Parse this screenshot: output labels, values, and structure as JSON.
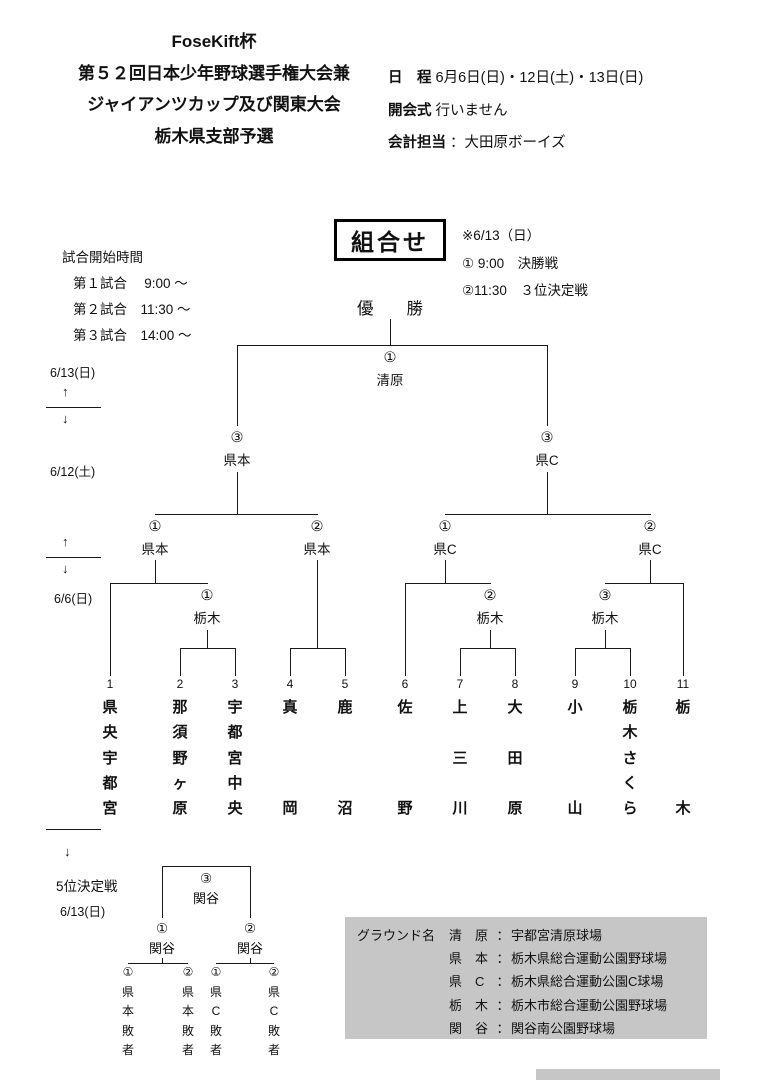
{
  "header": {
    "title_lines": [
      "FoseKift杯",
      "第５２回日本少年野球選手権大会兼",
      "ジャイアンツカップ及び関東大会",
      "栃木県支部予選"
    ],
    "schedule_label": "日　程",
    "schedule_value": "6月6日(日)・12日(土)・13日(日)",
    "opening_label": "開会式",
    "opening_value": "行いません",
    "accounting_label": "会計担当",
    "accounting_value": "：大田原ボーイズ"
  },
  "legend": {
    "box_title": "組合せ",
    "note_date": "※6/13（日）",
    "note_lines": [
      "①  9:00　決勝戦",
      "②11:30　３位決定戦"
    ],
    "times_title": "試合開始時間",
    "time_lines": [
      "第１試合　 9:00 ～",
      "第２試合　11:30 ～",
      "第３試合　14:00 ～"
    ]
  },
  "dates": {
    "d613": "6/13(日)",
    "d612": "6/12(土)",
    "d66": "6/6(日)",
    "up": "↑",
    "down": "↓"
  },
  "bracket": {
    "champion": "優　　勝",
    "final": {
      "num": "①",
      "venue": "清原"
    },
    "sf_left": {
      "num": "③",
      "venue": "県本"
    },
    "sf_right": {
      "num": "③",
      "venue": "県C"
    },
    "qf1": {
      "num": "①",
      "venue": "県本"
    },
    "qf2": {
      "num": "②",
      "venue": "県本"
    },
    "qf3": {
      "num": "①",
      "venue": "県C"
    },
    "qf4": {
      "num": "②",
      "venue": "県C"
    },
    "r1a": {
      "num": "①",
      "venue": "栃木"
    },
    "r1b": {
      "num": "②",
      "venue": "栃木"
    },
    "r1c": {
      "num": "③",
      "venue": "栃木"
    }
  },
  "teams": [
    {
      "no": "1",
      "name": "県央宇都宮"
    },
    {
      "no": "2",
      "name": "那須野ヶ原"
    },
    {
      "no": "3",
      "name": "宇都宮中央"
    },
    {
      "no": "4",
      "name": "真岡"
    },
    {
      "no": "5",
      "name": "鹿沼"
    },
    {
      "no": "6",
      "name": "佐野"
    },
    {
      "no": "7",
      "name": "上三川"
    },
    {
      "no": "8",
      "name": "大田原"
    },
    {
      "no": "9",
      "name": "小山"
    },
    {
      "no": "10",
      "name": "栃木さくら"
    },
    {
      "no": "11",
      "name": "栃木"
    }
  ],
  "fifth_place": {
    "title": "5位決定戦",
    "date": "6/13(日)",
    "final": {
      "num": "③",
      "venue": "関谷"
    },
    "left": {
      "num": "①",
      "venue": "関谷"
    },
    "right": {
      "num": "②",
      "venue": "関谷"
    },
    "losers": [
      "①県本敗者",
      "②県本敗者",
      "①県C敗者",
      "②県C敗者"
    ]
  },
  "grounds": {
    "label": "グラウンド名",
    "colon": "：",
    "rows": [
      {
        "abbr": "清　原",
        "name": "宇都宮清原球場"
      },
      {
        "abbr": "県　本",
        "name": "栃木県総合運動公園野球場"
      },
      {
        "abbr": "県　C",
        "name": "栃木県総合運動公園C球場"
      },
      {
        "abbr": "栃　木",
        "name": "栃木市総合運動公園野球場"
      },
      {
        "abbr": "関　谷",
        "name": "関谷南公園野球場"
      }
    ]
  }
}
